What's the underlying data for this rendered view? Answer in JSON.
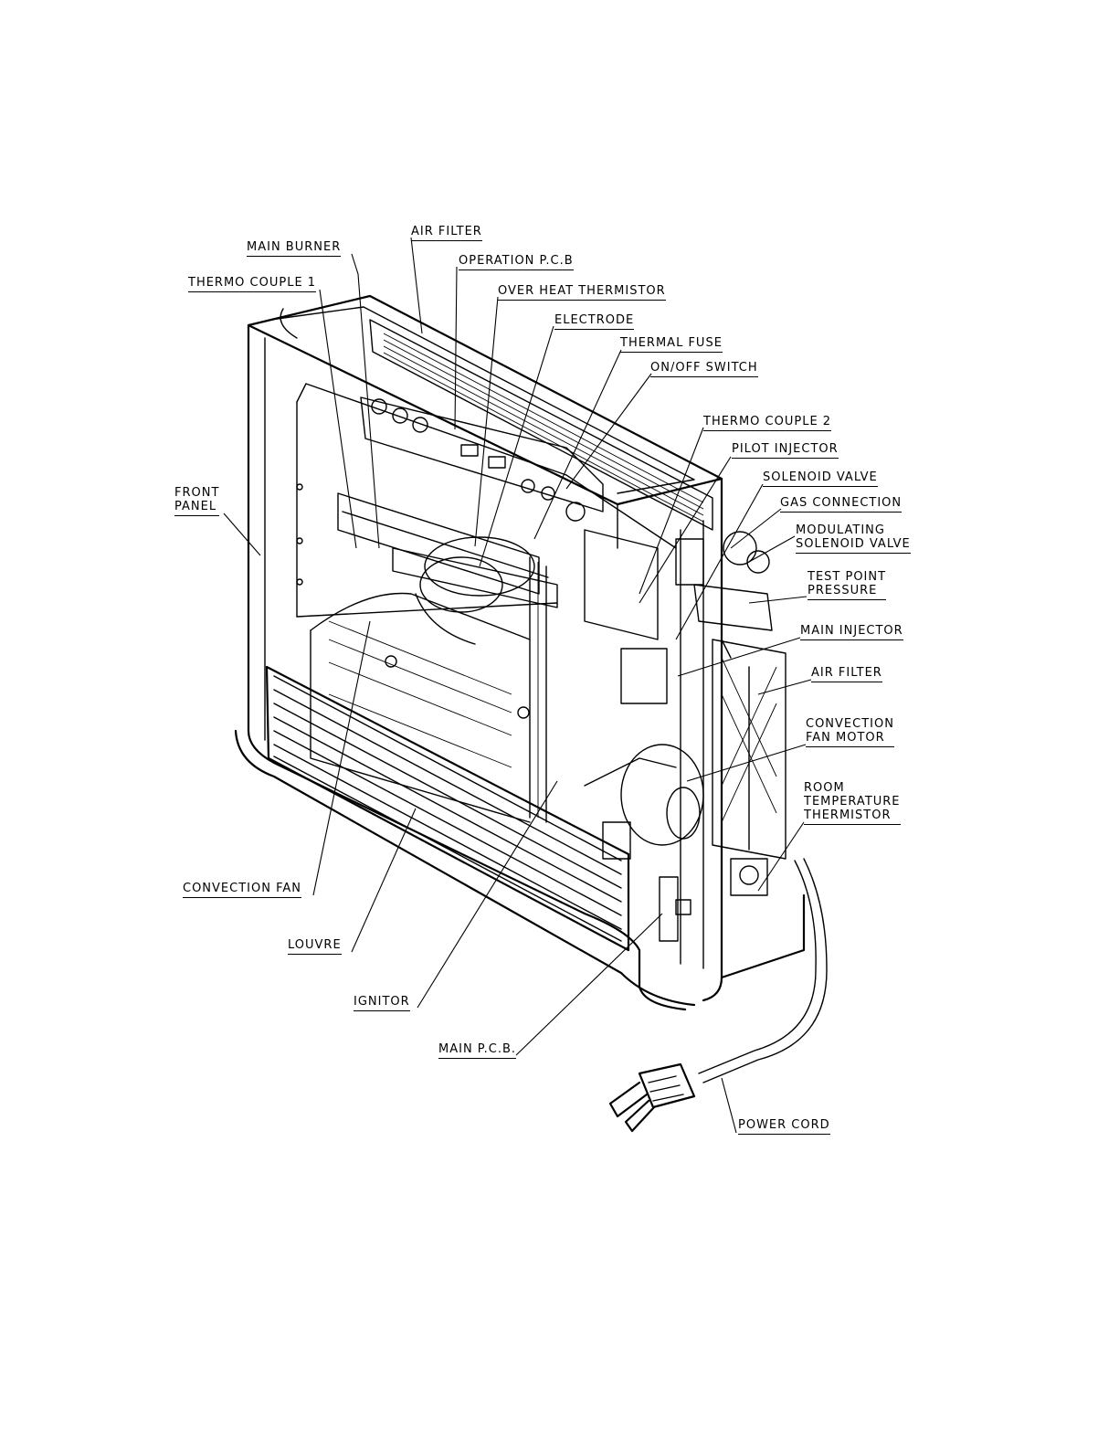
{
  "labels": {
    "air_filter_top": "AIR FILTER",
    "main_burner": "MAIN BURNER",
    "operation_pcb": "OPERATION P.C.B",
    "thermo_couple_1": "THERMO COUPLE 1",
    "over_heat_thermistor": "OVER HEAT THERMISTOR",
    "electrode": "ELECTRODE",
    "thermal_fuse": "THERMAL FUSE",
    "on_off_switch": "ON/OFF SWITCH",
    "thermo_couple_2": "THERMO COUPLE 2",
    "pilot_injector": "PILOT INJECTOR",
    "solenoid_valve": "SOLENOID VALVE",
    "gas_connection": "GAS CONNECTION",
    "modulating_solenoid_valve": [
      "MODULATING",
      "SOLENOID VALVE"
    ],
    "test_point_pressure": [
      "TEST POINT",
      "PRESSURE"
    ],
    "main_injector": "MAIN INJECTOR",
    "air_filter_side": "AIR FILTER",
    "convection_fan_motor": [
      "CONVECTION",
      "FAN MOTOR"
    ],
    "room_temperature_thermistor": [
      "ROOM",
      "TEMPERATURE",
      "THERMISTOR"
    ],
    "front_panel": [
      "FRONT",
      "PANEL"
    ],
    "convection_fan": "CONVECTION FAN",
    "louvre": "LOUVRE",
    "ignitor": "IGNITOR",
    "main_pcb": "MAIN P.C.B.",
    "power_cord": "POWER CORD"
  }
}
